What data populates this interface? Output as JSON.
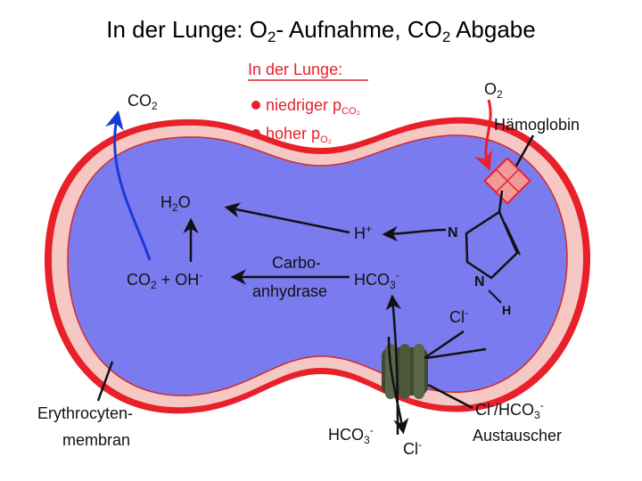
{
  "title": {
    "part1": "In der Lunge:  O",
    "sub1": "2",
    "part2": "- Aufnahme, CO",
    "sub2": "2",
    "part3": " Abgabe"
  },
  "legend": {
    "heading": "In der Lunge:",
    "item1_text": "niedriger p",
    "item1_sub": "CO₂",
    "item2_text": "hoher p",
    "item2_sub": "O₂"
  },
  "labels": {
    "co2_out": "CO",
    "co2_out_sub": "2",
    "o2_in": "O",
    "o2_in_sub": "2",
    "haemoglobin": "Hämoglobin",
    "h2o": "H",
    "h2o_sub": "2",
    "h2o_end": "O",
    "h_plus": "H",
    "h_plus_sup": "+",
    "co2_oh_co": "CO",
    "co2_oh_sub": "2",
    "co2_oh_rest": " + OH",
    "co2_oh_sup": "-",
    "carbo_line1": "Carbo-",
    "carbo_line2": "anhydrase",
    "hco3": "HCO",
    "hco3_sub": "3",
    "hco3_sup": "-",
    "imidazole_n_top": "N",
    "imidazole_n_bottom": "N",
    "imidazole_h": "H",
    "cl_in": "Cl",
    "cl_in_sup": "-",
    "erythro_line1": "Erythrocyten-",
    "erythro_line2": "membran",
    "exchanger_line1": "Cl",
    "exchanger_line1_sup": "-",
    "exchanger_line1_mid": "/HCO",
    "exchanger_line1_sub": "3",
    "exchanger_line1_sup2": "-",
    "exchanger_line2": "Austauscher",
    "hco3_out": "HCO",
    "hco3_out_sub": "3",
    "hco3_out_sup": "-",
    "cl_out": "Cl",
    "cl_out_sup": "-"
  },
  "colors": {
    "membrane_outer": "#e8202a",
    "membrane_inner": "#f6c8c4",
    "cytoplasm": "#7b7bf0",
    "heading_red": "#e8202a",
    "arrow_blue": "#1a3ad8",
    "arrow_red": "#e8202a",
    "transporter": "#3f4a30"
  }
}
